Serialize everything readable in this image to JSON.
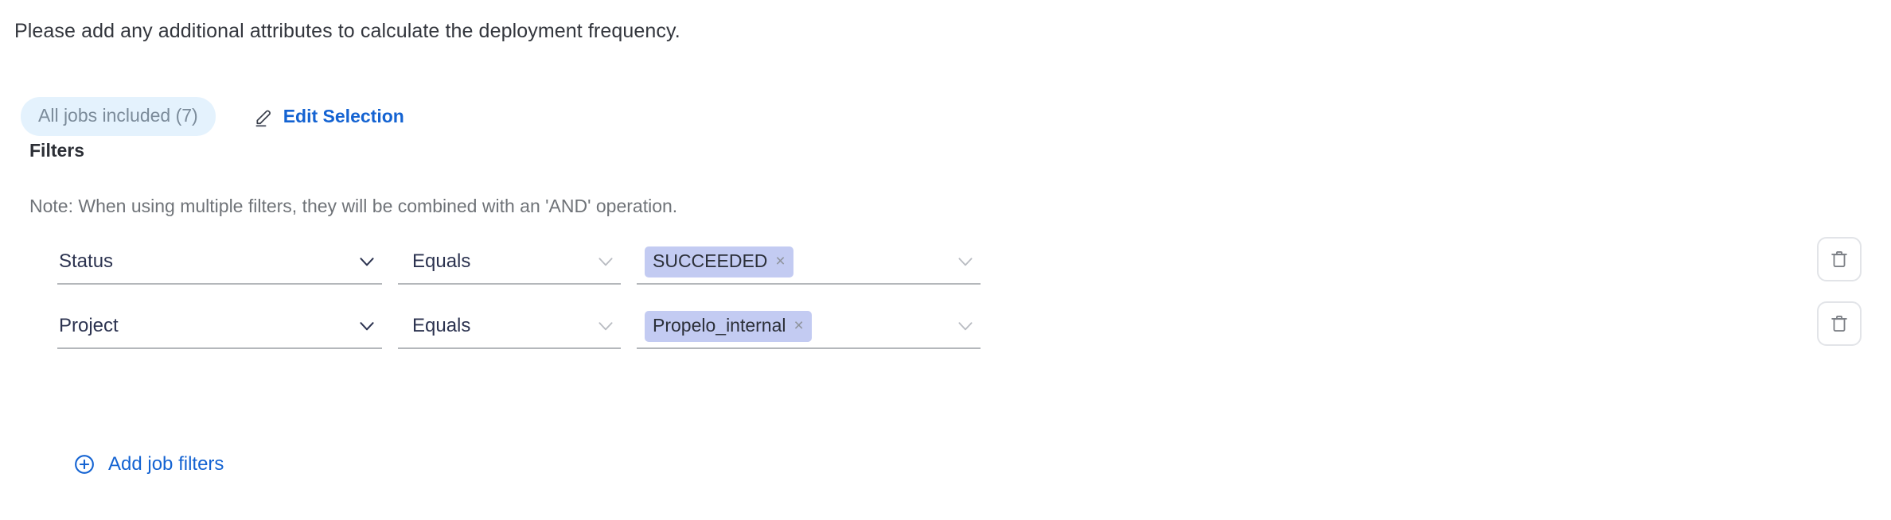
{
  "intro": {
    "text": "Please add any additional attributes to calculate the deployment frequency."
  },
  "selection": {
    "jobs_pill_label": "All jobs included (7)",
    "edit_label": "Edit Selection",
    "edit_icon": "pencil-icon"
  },
  "filters": {
    "title": "Filters",
    "note": "Note: When using multiple filters, they will be combined with an 'AND' operation.",
    "add_label": "Add job filters",
    "add_icon": "plus-circle-icon",
    "delete_icon": "trash-icon",
    "chip_remove_glyph": "×",
    "rows": [
      {
        "attribute": "Status",
        "operator": "Equals",
        "values": [
          "SUCCEEDED"
        ]
      },
      {
        "attribute": "Project",
        "operator": "Equals",
        "values": [
          "Propelo_internal"
        ]
      }
    ]
  },
  "colors": {
    "link_blue": "#1463d2",
    "pill_bg": "#e4f2fd",
    "pill_text": "#7b8b9a",
    "chip_bg": "#c3cbf2",
    "field_text": "#2c3350",
    "underline": "#b4b7bb"
  }
}
